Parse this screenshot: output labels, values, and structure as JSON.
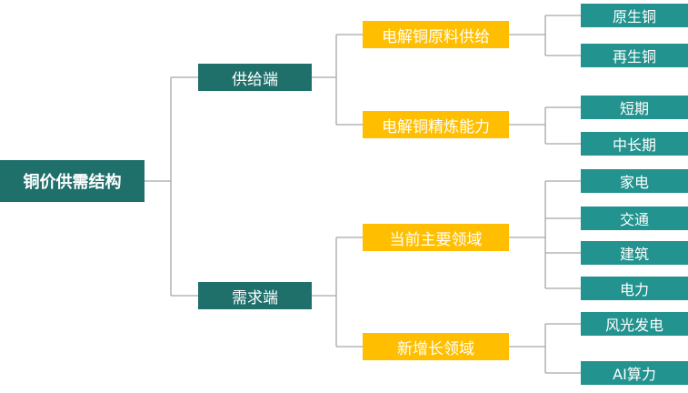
{
  "colors": {
    "root": "#1f6f6b",
    "level1": "#1f6f6b",
    "level2": "#ffbf00",
    "leaf": "#22938e",
    "connector": "#a6a6a6"
  },
  "tree": {
    "root": "铜价供需结构",
    "supply": {
      "label": "供给端",
      "refined_supply": {
        "label": "电解铜原料供给",
        "items": [
          "原生铜",
          "再生铜"
        ]
      },
      "refining_capacity": {
        "label": "电解铜精炼能力",
        "items": [
          "短期",
          "中长期"
        ]
      }
    },
    "demand": {
      "label": "需求端",
      "main_areas": {
        "label": "当前主要领域",
        "items": [
          "家电",
          "交通",
          "建筑",
          "电力"
        ]
      },
      "new_areas": {
        "label": "新增长领域",
        "items": [
          "风光发电",
          "AI算力"
        ]
      }
    }
  }
}
